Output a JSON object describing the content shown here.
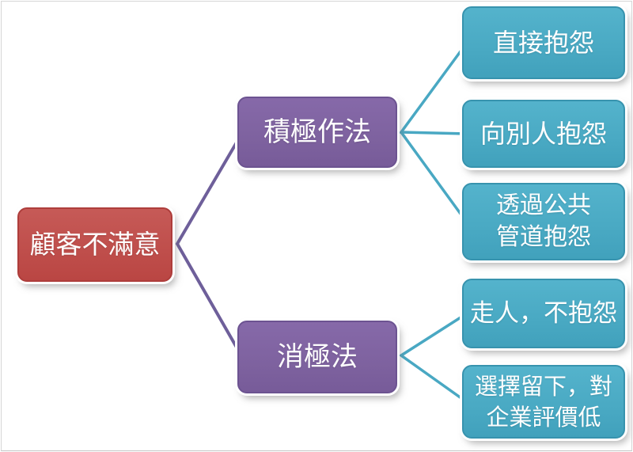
{
  "diagram": {
    "type": "hierarchy-left-to-right",
    "root": {
      "label": "顧客不滿意"
    },
    "branches": [
      {
        "label": "積極作法",
        "children": [
          {
            "lines": [
              "直接抱怨"
            ]
          },
          {
            "lines": [
              "向別人抱怨"
            ]
          },
          {
            "lines": [
              "透過公共",
              "管道抱怨"
            ]
          }
        ]
      },
      {
        "label": "消極法",
        "children": [
          {
            "lines": [
              "走人，不抱怨"
            ]
          },
          {
            "lines": [
              "選擇留下，對",
              "企業評價低"
            ]
          }
        ]
      }
    ],
    "colors": {
      "root_fill": "#c0504d",
      "root_border": "#ae3d3b",
      "branch_fill": "#8064a2",
      "branch_border": "#6c5391",
      "leaf_fill": "#4bacc6",
      "leaf_border": "#3793ae",
      "branch_connector": "#6e5f9a",
      "leaf_connector": "#49a8c3",
      "text": "#ffffff",
      "background": "#ffffff",
      "frame_border": "#d6d6d6"
    }
  }
}
